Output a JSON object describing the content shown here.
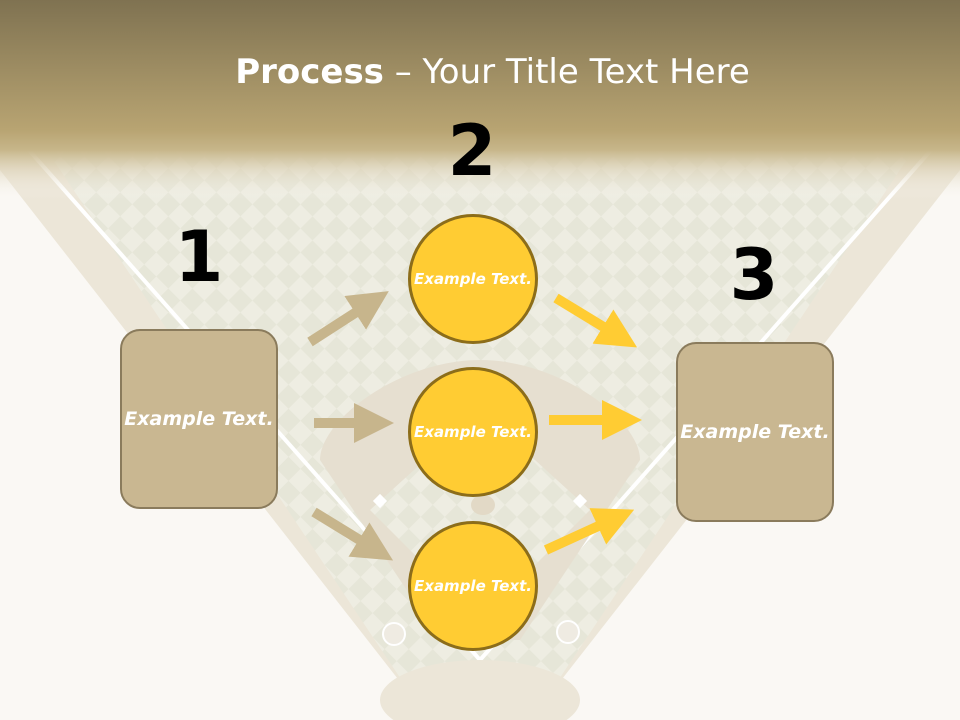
{
  "title": {
    "bold": "Process",
    "rest": " – Your Title Text Here"
  },
  "steps": [
    {
      "number": "1",
      "box_text": "Example Text."
    },
    {
      "number": "2",
      "circles": [
        "Example Text.",
        "Example Text.",
        "Example Text."
      ]
    },
    {
      "number": "3",
      "box_text": "Example Text."
    }
  ],
  "colors": {
    "header": "#b8a472",
    "box_fill": "#c9b791",
    "circle_fill": "#ffcc33",
    "arrow_left": "#c7b58c",
    "arrow_right": "#ffcc33"
  }
}
